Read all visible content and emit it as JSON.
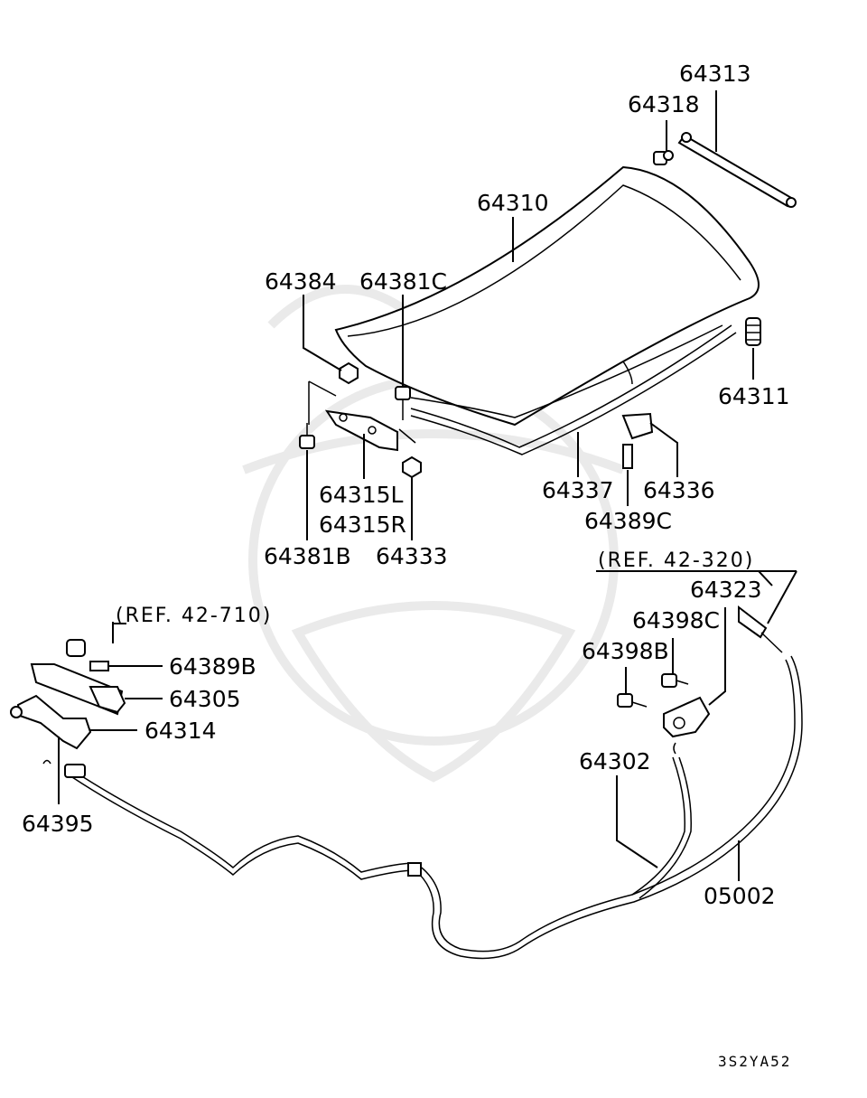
{
  "labels": {
    "p64313": "64313",
    "p64318": "64318",
    "p64310": "64310",
    "p64384": "64384",
    "p64381C": "64381C",
    "p64311": "64311",
    "p64315L": "64315L",
    "p64315R": "64315R",
    "p64381B": "64381B",
    "p64333": "64333",
    "p64337": "64337",
    "p64336": "64336",
    "p64389C": "64389C",
    "ref42320": "(REF. 42-320)",
    "p64323": "64323",
    "p64398C": "64398C",
    "p64398B": "64398B",
    "ref42710": "(REF. 42-710)",
    "p64389B": "64389B",
    "p64305": "64305",
    "p64314": "64314",
    "p64395": "64395",
    "p64302": "64302",
    "p05002": "05002"
  },
  "figure_code": "3S2YA52"
}
